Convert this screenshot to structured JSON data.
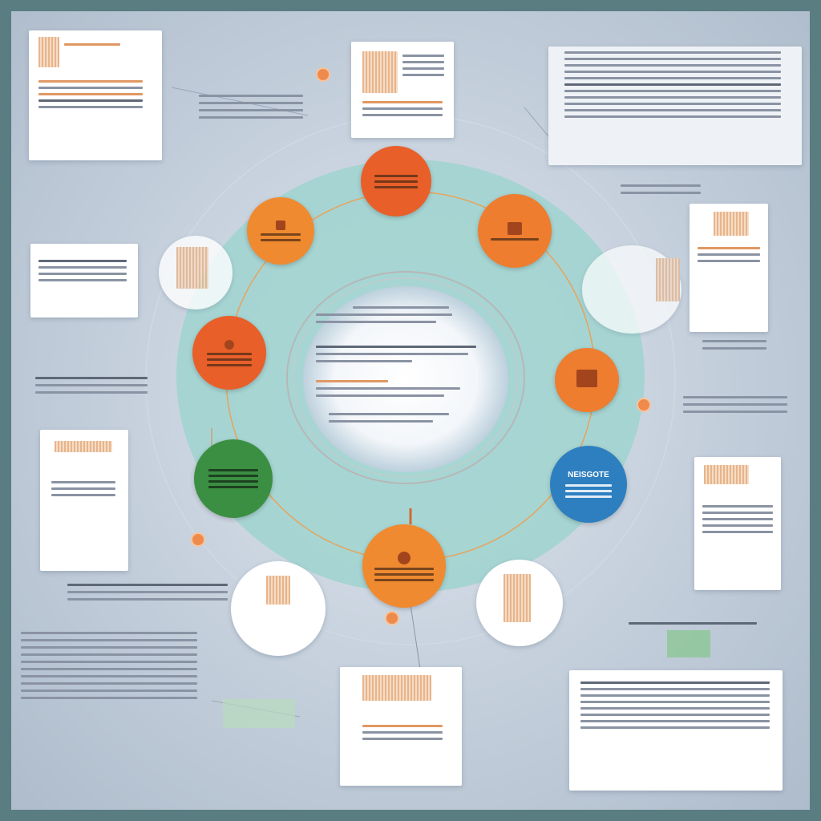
{
  "header": {
    "title": ""
  },
  "center": {
    "title": ""
  },
  "nodes": [
    {
      "color": "#e85f2a",
      "kind": "top"
    },
    {
      "color": "#ee7d30",
      "kind": "upper-right"
    },
    {
      "color": "#f08a30",
      "kind": "upper-left"
    },
    {
      "color": "#ee7d30",
      "kind": "right"
    },
    {
      "color": "#e85f2a",
      "kind": "left"
    },
    {
      "color": "#2e7fc0",
      "kind": "lower-right",
      "label": "NEISGOTE"
    },
    {
      "color": "#3b8f43",
      "kind": "lower-left"
    },
    {
      "color": "#f08a30",
      "kind": "bottom"
    }
  ],
  "colors": {
    "background": "#5a7d82",
    "ring": "#9fd4cf",
    "accent_orange": "#ee7d30",
    "accent_green": "#3b8f43",
    "accent_blue": "#2e7fc0"
  },
  "footer": {
    "text": ""
  }
}
